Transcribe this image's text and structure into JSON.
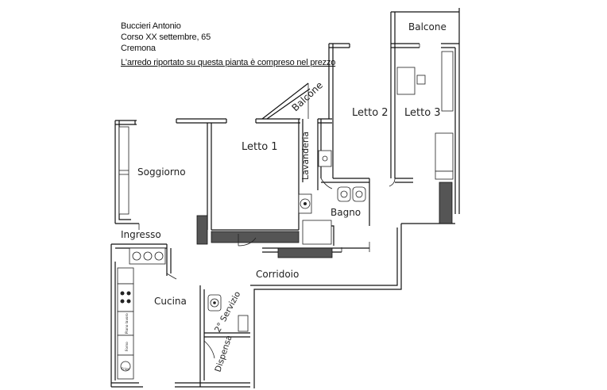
{
  "header": {
    "owner": "Buccieri Antonio",
    "street": "Corso XX settembre, 65",
    "city": "Cremona",
    "note": "L'arredo riportato su questa pianta è compreso nel prezzo"
  },
  "rooms": {
    "balcone_top": "Balcone",
    "balcone_diag": "Balcone",
    "letto1": "Letto 1",
    "letto2": "Letto 2",
    "letto3": "Letto 3",
    "lavanderia": "Lavanderia",
    "soggiorno": "Soggiorno",
    "bagno": "Bagno",
    "ingresso": "Ingresso",
    "corridoio": "Corridoio",
    "cucina": "Cucina",
    "servizio": "2° Servizio",
    "dispensa": "Dispensa"
  },
  "appliances": {
    "piano_lavoro": "Piano lavoro",
    "forno": "Forno",
    "frigo": "Frigo"
  }
}
